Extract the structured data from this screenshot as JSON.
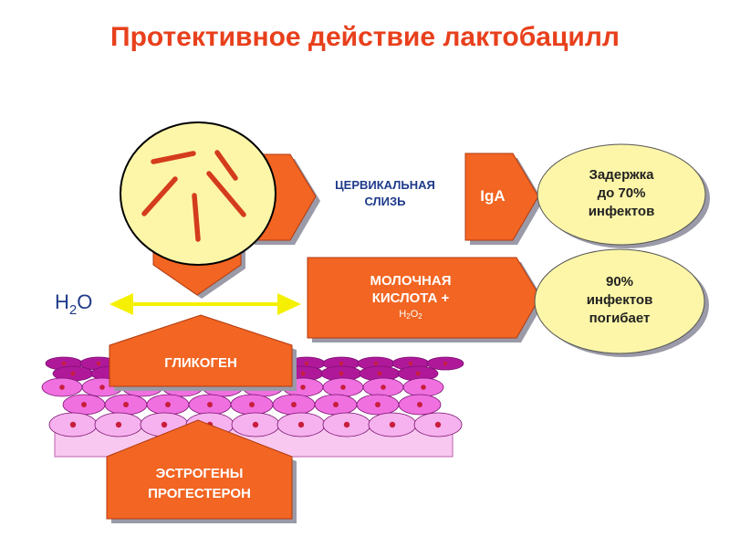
{
  "title": "Протективное действие лактобацилл",
  "labels": {
    "cervical_mucus_line1": "ЦЕРВИКАЛЬНАЯ",
    "cervical_mucus_line2": "СЛИЗЬ",
    "iga": "IgA",
    "delay_line1": "Задержка",
    "delay_line2": "до 70%",
    "delay_line3": "инфектов",
    "lactic_line1": "МОЛОЧНАЯ",
    "lactic_line2": "КИСЛОТА +",
    "h2o2_h": "H",
    "h2o2_sub1": "2",
    "h2o2_o": "O",
    "h2o2_sub2": "2",
    "die_line1": "90%",
    "die_line2": "инфектов",
    "die_line3": "погибает",
    "h2o_h": "H",
    "h2o_sub": "2",
    "h2o_o": "O",
    "glycogen": "ГЛИКОГЕН",
    "estrogen_line1": "ЭСТРОГЕНЫ",
    "estrogen_line2": "ПРОГЕСТЕРОН"
  },
  "colors": {
    "title": "#e8401c",
    "box_fill": "#f26522",
    "box_shadow": "#9a9aa8",
    "ellipse_fill": "#fdf6a8",
    "bacteria": "#d43c1c",
    "arrow": "#f5f000",
    "h2o_text": "#1e3a8a",
    "cells_purple": "#b0189a",
    "cells_pink": "#f070e0",
    "cells_light": "#f6b2ee",
    "nucleus": "#c81e3c"
  }
}
